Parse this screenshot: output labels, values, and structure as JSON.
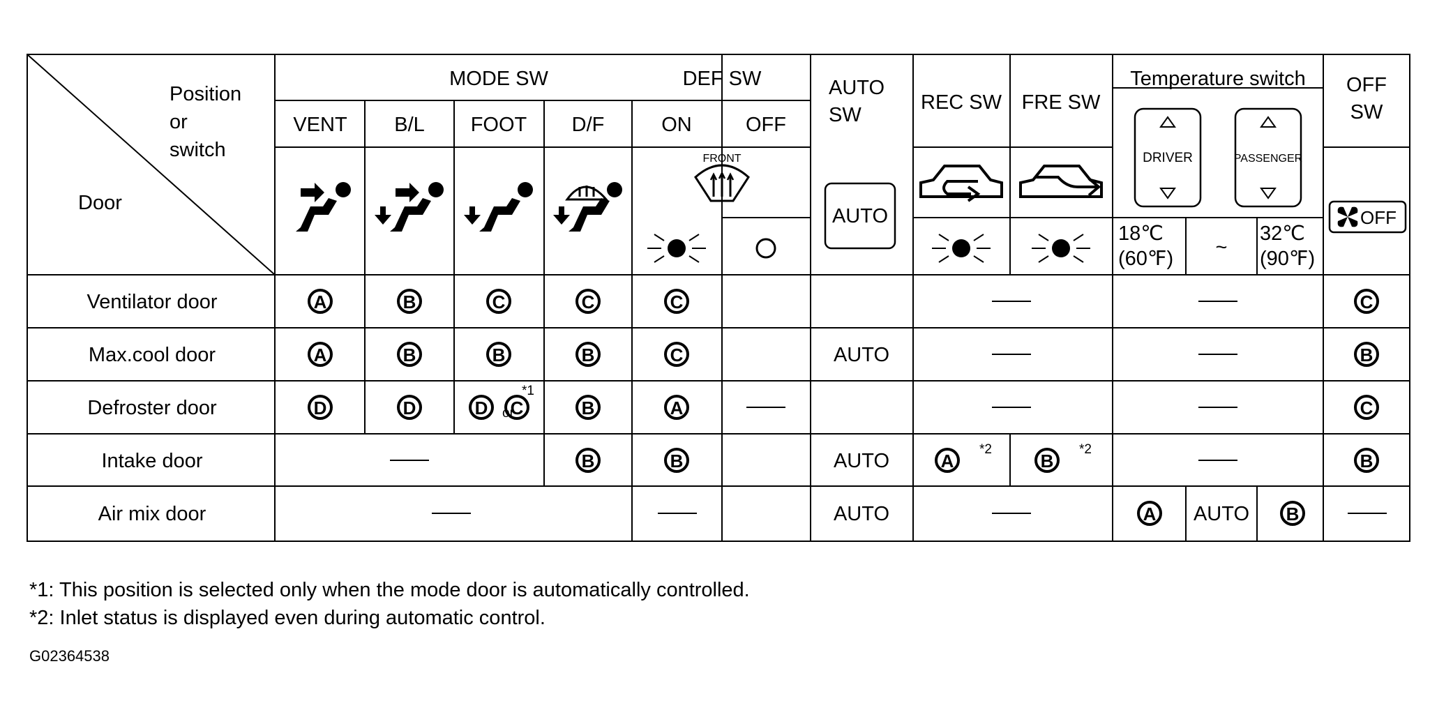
{
  "header": {
    "corner_position": "Position",
    "corner_or": "or",
    "corner_switch": "switch",
    "corner_door": "Door",
    "mode_sw": "MODE SW",
    "def_sw": "DEF SW",
    "auto_sw_1": "AUTO",
    "auto_sw_2": "SW",
    "rec_sw": "REC SW",
    "fre_sw": "FRE SW",
    "temp_switch": "Temperature switch",
    "off_sw_1": "OFF",
    "off_sw_2": "SW",
    "mode_cols": [
      "VENT",
      "B/L",
      "FOOT",
      "D/F"
    ],
    "def_cols": [
      "ON",
      "OFF"
    ],
    "front_label": "FRONT",
    "auto_button": "AUTO",
    "driver_label": "DRIVER",
    "passenger_label": "PASSENGER",
    "off_button": "OFF",
    "temp_low_1": "18℃",
    "temp_low_2": "(60℉)",
    "temp_tilde": "~",
    "temp_high_1": "32℃",
    "temp_high_2": "(90℉)"
  },
  "rows": [
    {
      "label": "Ventilator door",
      "vent": "A",
      "bl": "B",
      "foot": "C",
      "df": "C",
      "def_on": "C",
      "def_off": "",
      "auto": "",
      "rec": "",
      "fre": "",
      "temp": "",
      "off": "C"
    },
    {
      "label": "Max.cool door",
      "vent": "A",
      "bl": "B",
      "foot": "B",
      "df": "B",
      "def_on": "C",
      "def_off": "",
      "auto": "AUTO",
      "rec": "",
      "fre": "",
      "temp": "",
      "off": "B"
    },
    {
      "label": "Defroster door",
      "vent": "D",
      "bl": "D",
      "foot": "D or C *1",
      "df": "B",
      "def_on": "A",
      "def_off": "",
      "auto": "",
      "rec": "",
      "fre": "",
      "temp": "",
      "off": "C"
    },
    {
      "label": "Intake door",
      "vent": "",
      "bl": "",
      "foot": "",
      "df": "B",
      "def_on": "B",
      "def_off": "",
      "auto": "AUTO",
      "rec": "A *2",
      "fre": "B *2",
      "temp": "",
      "off": "B"
    },
    {
      "label": "Air mix door",
      "vent": "",
      "bl": "",
      "foot": "",
      "df": "",
      "def_on": "",
      "def_off": "",
      "auto": "AUTO",
      "rec": "",
      "fre": "",
      "temp_low": "A",
      "temp_mid": "AUTO",
      "temp_high": "B",
      "off": ""
    }
  ],
  "marks": {
    "star1": "*1",
    "star2": "*2",
    "or_word": "or"
  },
  "footnotes": [
    "*1: This position is selected only when the mode door is automatically controlled.",
    "*2: Inlet status is displayed even during automatic control."
  ],
  "figure_code": "G02364538"
}
